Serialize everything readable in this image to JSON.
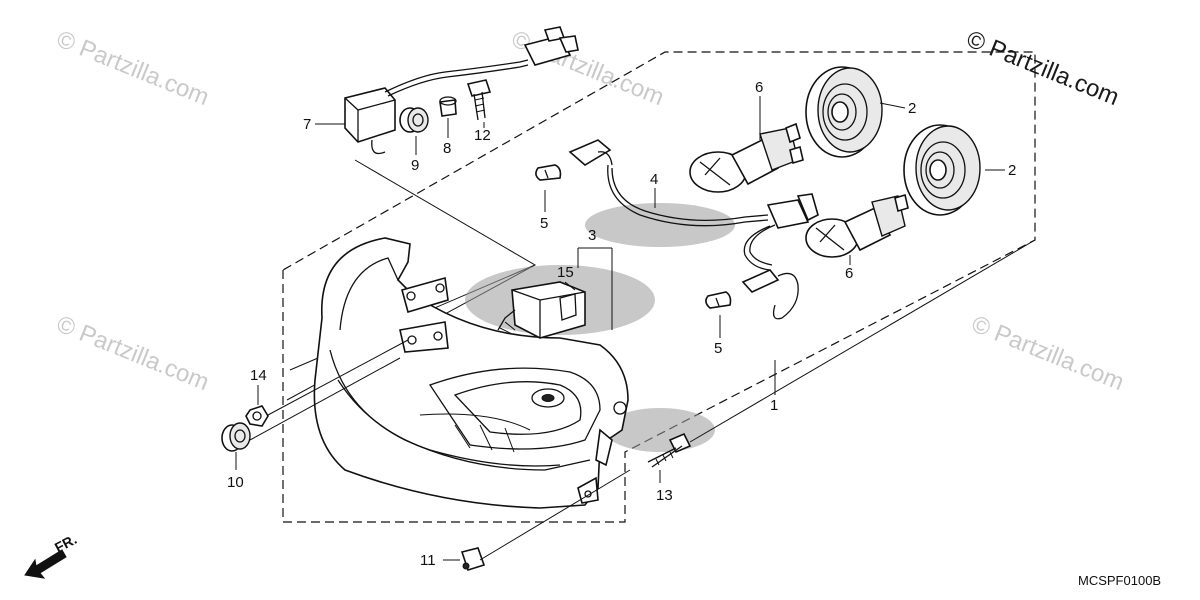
{
  "watermark": {
    "brand": "© Partzilla.com",
    "small_text": "© Partzilla.com"
  },
  "diagram_code": "MCSPF0100B",
  "direction_label": "FR.",
  "callouts": {
    "c1": "1",
    "c2a": "2",
    "c2b": "2",
    "c3": "3",
    "c4": "4",
    "c5a": "5",
    "c5b": "5",
    "c6a": "6",
    "c6b": "6",
    "c7": "7",
    "c8": "8",
    "c9": "9",
    "c10": "10",
    "c11": "11",
    "c12": "12",
    "c13": "13",
    "c14": "14",
    "c15": "15"
  }
}
